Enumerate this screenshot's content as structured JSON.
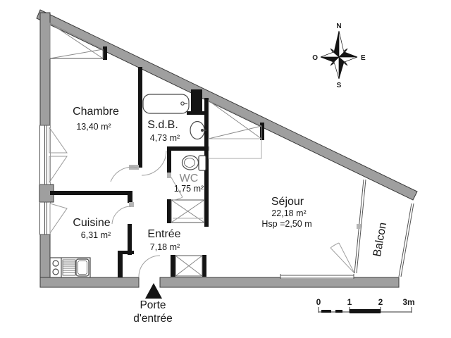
{
  "plan": {
    "rooms": [
      {
        "id": "chambre",
        "name": "Chambre",
        "area": "13,40 m²"
      },
      {
        "id": "sdb",
        "name": "S.d.B.",
        "area": "4,73 m²"
      },
      {
        "id": "wc",
        "name": "WC",
        "area": "1,75 m²"
      },
      {
        "id": "cuisine",
        "name": "Cuisine",
        "area": "6,31 m²"
      },
      {
        "id": "entree",
        "name": "Entrée",
        "area": "7,18 m²"
      },
      {
        "id": "sejour",
        "name": "Séjour",
        "area": "22,18 m²",
        "ceiling_height": "Hsp =2,50 m"
      },
      {
        "id": "balcon",
        "name": "Balcon"
      }
    ],
    "entry_door": {
      "line1": "Porte",
      "line2": "d'entrée"
    },
    "compass": {
      "north": "N",
      "south": "S",
      "east": "E",
      "west": "O"
    },
    "scale_bar": {
      "labels": [
        "0",
        "1",
        "2",
        "3m"
      ]
    },
    "colors": {
      "outer_wall_fill": "#9f9f9f",
      "outer_wall_stroke": "#3a3a3a",
      "interior_wall": "#141414",
      "fixture_line": "#4a4a4a",
      "swing_line": "#a0a0a0",
      "closet_line": "#8a8a8a"
    }
  }
}
